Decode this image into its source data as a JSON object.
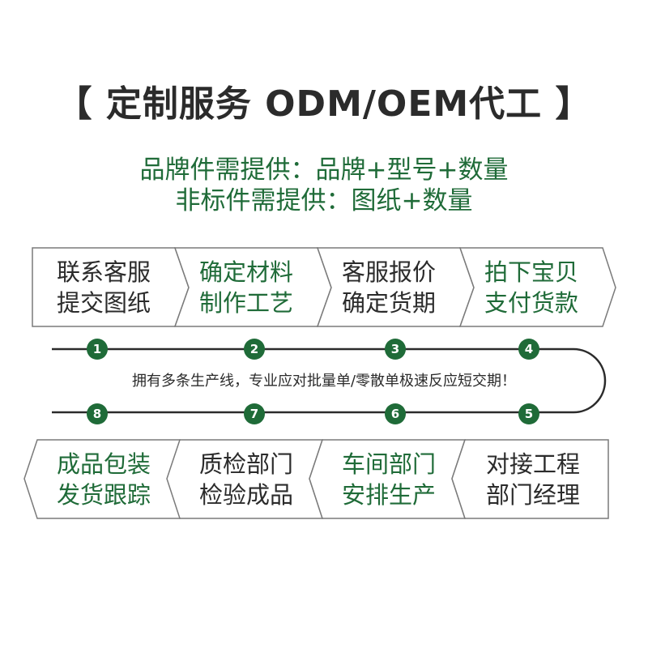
{
  "title": "【 定制服务 ODM/OEM代工 】",
  "subtitle_1": "品牌件需提供：品牌+型号+数量",
  "subtitle_2": "非标件需提供：图纸+数量",
  "steps": [
    {
      "number": "1",
      "line1": "联系客服",
      "line2": "提交图纸"
    },
    {
      "number": "2",
      "line1": "确定材料",
      "line2": "制作工艺"
    },
    {
      "number": "3",
      "line1": "客服报价",
      "line2": "确定货期"
    },
    {
      "number": "4",
      "line1": "拍下宝贝",
      "line2": "支付货款"
    },
    {
      "number": "5",
      "line1": "对接工程",
      "line2": "部门经理"
    },
    {
      "number": "6",
      "line1": "车间部门",
      "line2": "安排生产"
    },
    {
      "number": "7",
      "line1": "质检部门",
      "line2": "检验成品"
    },
    {
      "number": "8",
      "line1": "成品包装",
      "line2": "发货跟踪"
    }
  ],
  "note": "拥有多条生产线，专业应对批量单/零散单极速反应短交期！",
  "colors": {
    "green": "#1f6b38",
    "text": "#2b2b2b",
    "border": "#7a7a7a"
  }
}
